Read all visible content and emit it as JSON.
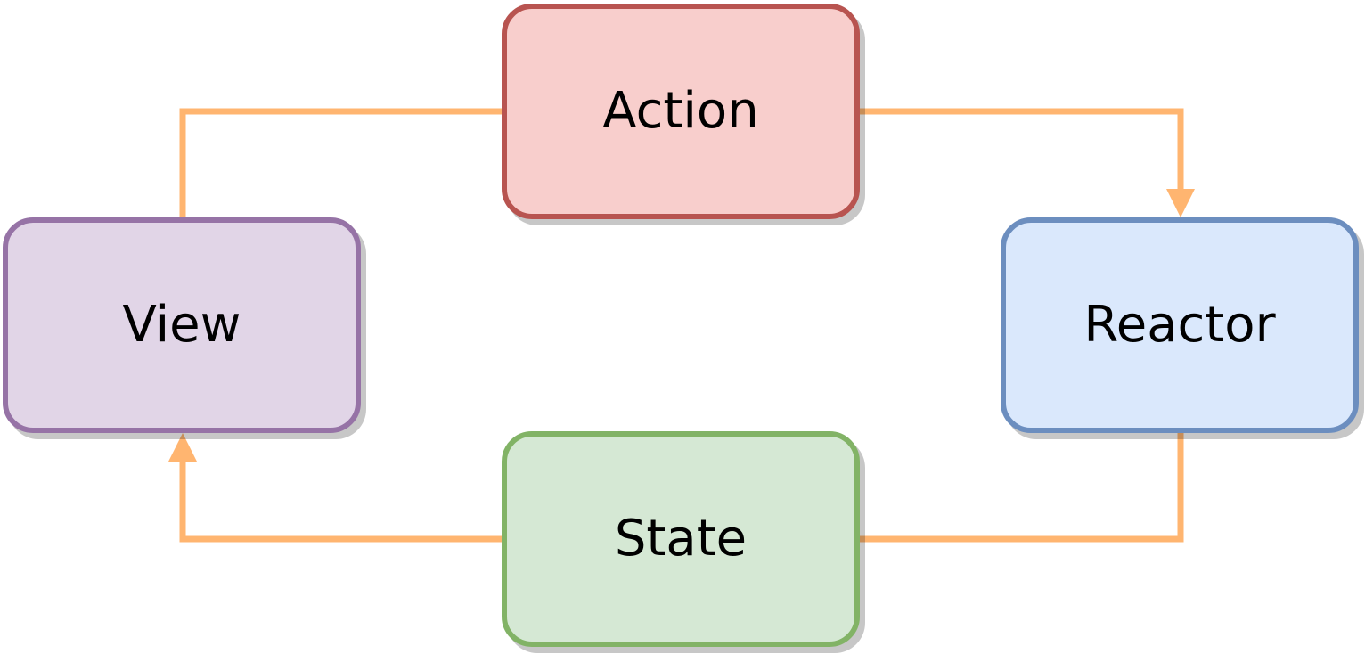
{
  "diagram": {
    "type": "flow-cycle",
    "nodes": {
      "action": {
        "label": "Action",
        "fill": "#f8cecc",
        "stroke": "#b85450"
      },
      "view": {
        "label": "View",
        "fill": "#e1d5e7",
        "stroke": "#9673a6"
      },
      "reactor": {
        "label": "Reactor",
        "fill": "#dae8fc",
        "stroke": "#6c8ebf"
      },
      "state": {
        "label": "State",
        "fill": "#d5e8d4",
        "stroke": "#82b366"
      }
    },
    "edges": [
      {
        "from": "View",
        "to": "Action"
      },
      {
        "from": "Action",
        "to": "Reactor"
      },
      {
        "from": "Reactor",
        "to": "State"
      },
      {
        "from": "State",
        "to": "View"
      }
    ],
    "connector_color": "#ffb570"
  }
}
